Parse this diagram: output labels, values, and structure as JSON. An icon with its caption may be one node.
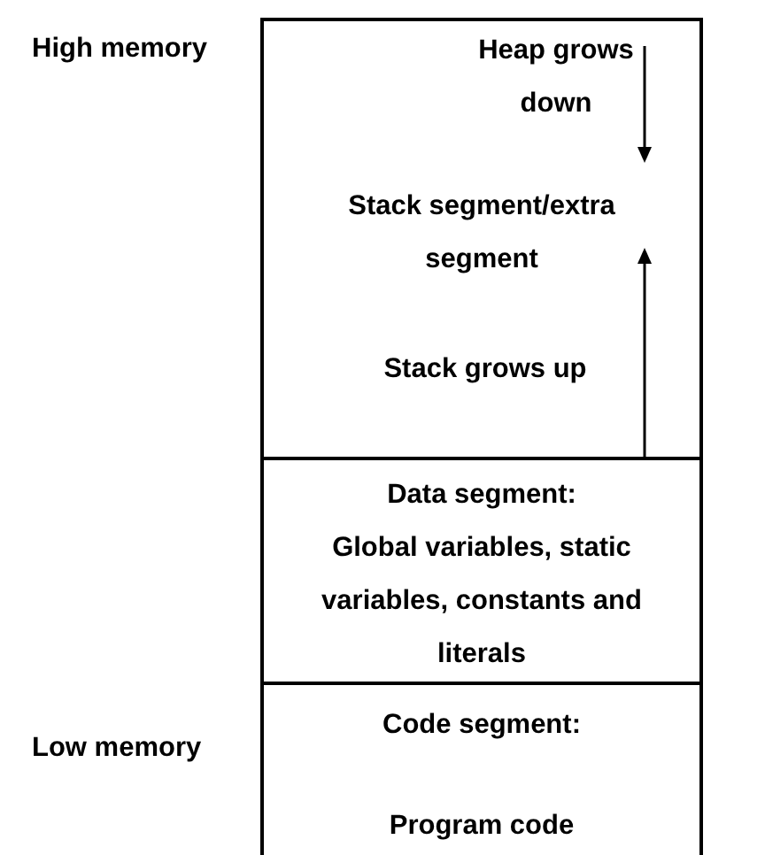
{
  "diagram": {
    "nodes": [
      {
        "text": [
          "Heap grows down",
          "Stack segment/extra segment",
          "Stack grows up"
        ]
      },
      {
        "text": [
          "Data segment:",
          "Global variables, static variables, constants and literals"
        ]
      },
      {
        "text": [
          "Code segment:",
          "Program code"
        ]
      }
    ],
    "labels": [
      "High memory",
      "Low memory"
    ]
  }
}
